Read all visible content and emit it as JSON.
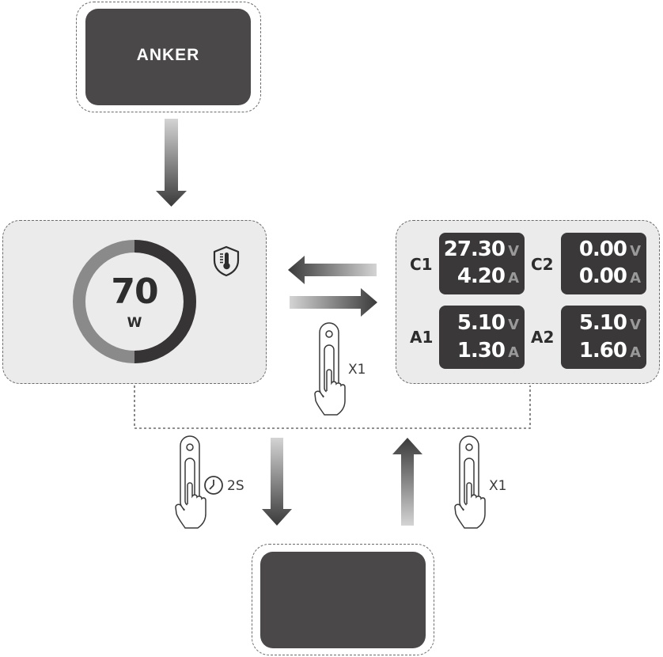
{
  "top_screen": {
    "brand": "ANKER"
  },
  "power_screen": {
    "value": "70",
    "unit": "W",
    "ring_fraction": 0.5
  },
  "ports_screen": {
    "ports": [
      {
        "label": "C1",
        "voltage": "27.30",
        "v_unit": "V",
        "current": "4.20",
        "a_unit": "A"
      },
      {
        "label": "C2",
        "voltage": "0.00",
        "v_unit": "V",
        "current": "0.00",
        "a_unit": "A"
      },
      {
        "label": "A1",
        "voltage": "5.10",
        "v_unit": "V",
        "current": "1.30",
        "a_unit": "A"
      },
      {
        "label": "A2",
        "voltage": "5.10",
        "v_unit": "V",
        "current": "1.60",
        "a_unit": "A"
      }
    ]
  },
  "actions": {
    "press_switch": "X1",
    "press_hold": "2S",
    "press_return": "X1"
  },
  "colors": {
    "screen_dark": "#4a4849",
    "panel_bg": "#ebebeb",
    "ring_dark": "#363435",
    "ring_light": "#8a8a8a",
    "readout_bg": "#3a3839"
  },
  "icons": [
    "thermometer-shield-icon",
    "hand-press-button-icon",
    "timer-icon",
    "arrow-icon"
  ]
}
